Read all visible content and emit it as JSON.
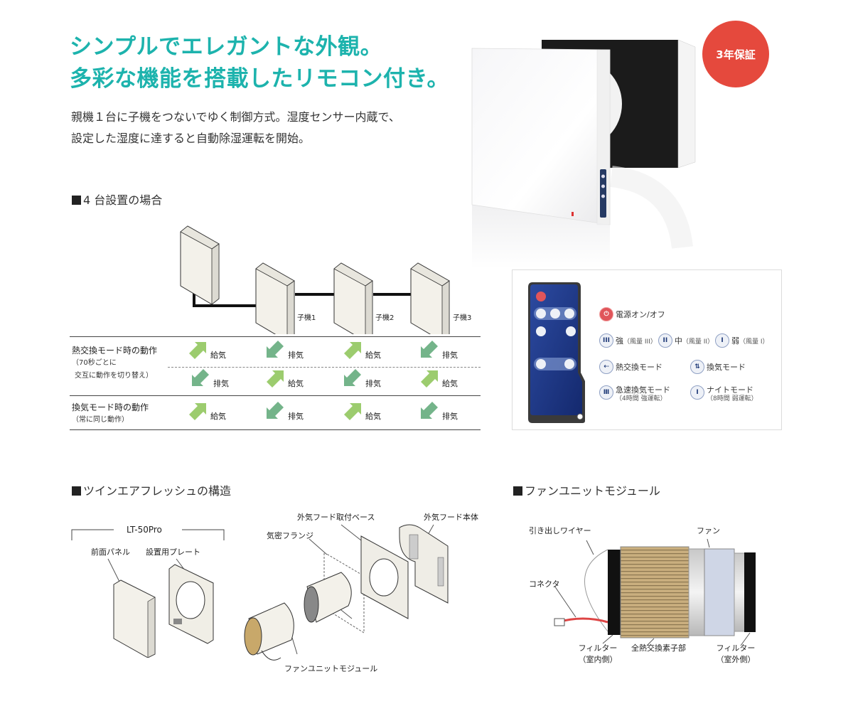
{
  "header": {
    "headline_line1": "シンプルでエレガントな外観。",
    "headline_line2": "多彩な機能を搭載したリモコン付き。",
    "lead_line1": "親機１台に子機をつないでゆく制御方式。湿度センサー内蔵で、",
    "lead_line2": "設定した湿度に達すると自動除湿運転を開始。",
    "warranty_badge": "3年保証",
    "accent_color": "#1db3ad",
    "badge_color": "#e5493d"
  },
  "install_section": {
    "title": "4 台設置の場合",
    "units": [
      {
        "label": ""
      },
      {
        "label": "子機1"
      },
      {
        "label": "子機2"
      },
      {
        "label": "子機3"
      }
    ]
  },
  "operation_table": {
    "heat_exchange_mode": {
      "title": "熱交換モード時の動作",
      "note_line1": "（70秒ごとに",
      "note_line2": "交互に動作を切り替え）",
      "phase1": [
        "給気",
        "排気",
        "給気",
        "排気"
      ],
      "phase2": [
        "排気",
        "給気",
        "排気",
        "給気"
      ]
    },
    "ventilation_mode": {
      "title": "換気モード時の動作",
      "note": "（常に同じ動作）",
      "flows": [
        "給気",
        "排気",
        "給気",
        "排気"
      ]
    },
    "supply_color": "#9ccc6e",
    "exhaust_color": "#74b48a"
  },
  "remote": {
    "power": {
      "icon": "power-icon",
      "label": "電源オン/オフ"
    },
    "speeds": [
      {
        "icon": "III",
        "label": "強",
        "sub": "（風量 III）"
      },
      {
        "icon": "II",
        "label": "中",
        "sub": "（風量 II）"
      },
      {
        "icon": "I",
        "label": "弱",
        "sub": "（風量 I）"
      }
    ],
    "heat_exchange": {
      "icon": "heat-exchange-icon",
      "label": "熱交換モード"
    },
    "ventilation": {
      "icon": "ventilation-icon",
      "label": "換気モード"
    },
    "boost": {
      "icon": "boost-icon",
      "label": "急速換気モード",
      "sub": "（4時間 強運転）"
    },
    "night": {
      "icon": "night-icon",
      "label": "ナイトモード",
      "sub": "（8時間 弱運転）"
    },
    "remote_color": "#1e3a8a"
  },
  "structure_section": {
    "title": "ツインエアフレッシュの構造",
    "model": "LT-50Pro",
    "parts": {
      "front_panel": "前面パネル",
      "mount_plate": "設置用プレート",
      "hood_base": "外気フード取付ベース",
      "hood_body": "外気フード本体",
      "airtight_flange": "気密フランジ",
      "fan_unit": "ファンユニットモジュール"
    }
  },
  "fan_module_section": {
    "title": "ファンユニットモジュール",
    "parts": {
      "wire": "引き出しワイヤー",
      "fan": "ファン",
      "connector": "コネクタ",
      "filter_in_line1": "フィルター",
      "filter_in_line2": "（室内側）",
      "core": "全熱交換素子部",
      "filter_out_line1": "フィルター",
      "filter_out_line2": "（室外側）"
    }
  }
}
